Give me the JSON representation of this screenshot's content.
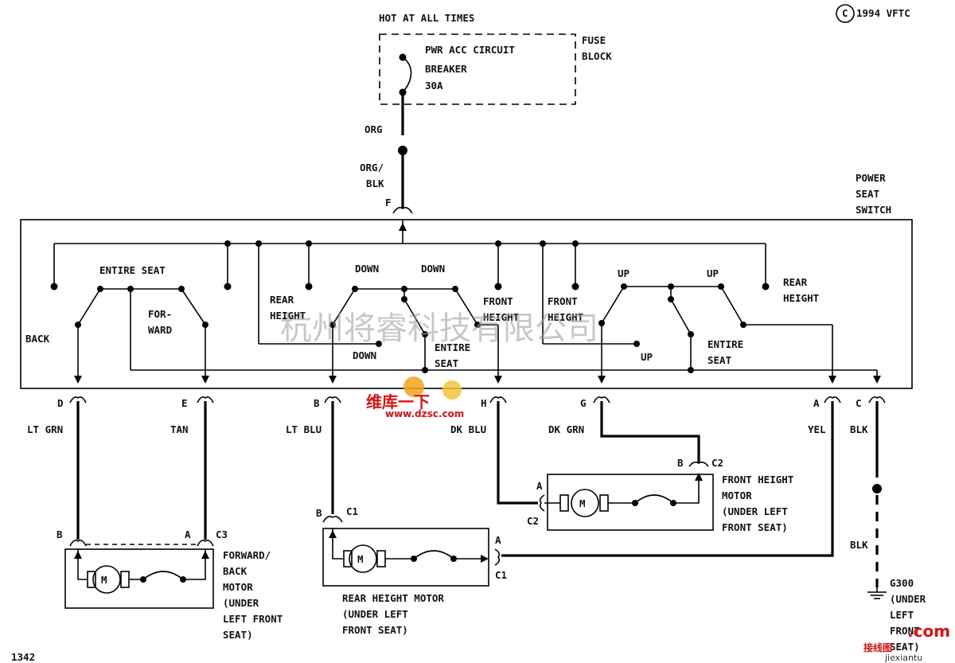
{
  "header": {
    "hot": "HOT AT ALL TIMES",
    "copyright": "1994 VFTC",
    "copyright_mark": "C"
  },
  "fuse_block": {
    "breaker_1": "PWR ACC CIRCUIT",
    "breaker_2": "BREAKER",
    "breaker_3": "30A",
    "fuse_1": "FUSE",
    "fuse_2": "BLOCK"
  },
  "feed": {
    "wire_org": "ORG",
    "wire_orgblk_1": "ORG/",
    "wire_orgblk_2": "BLK",
    "pin_f": "F"
  },
  "switch": {
    "title_1": "POWER",
    "title_2": "SEAT",
    "title_3": "SWITCH",
    "entire_seat": "ENTIRE SEAT",
    "back": "BACK",
    "forward_1": "FOR-",
    "forward_2": "WARD",
    "rear_height_1": "REAR",
    "rear_height_2": "HEIGHT",
    "down_1": "DOWN",
    "down_2": "DOWN",
    "down_3": "DOWN",
    "entire_1": "ENTIRE",
    "entire_2": "SEAT",
    "front_height_1": "FRONT",
    "front_height_2": "HEIGHT",
    "front_height2_1": "FRONT",
    "front_height2_2": "HEIGHT",
    "up_1": "UP",
    "up_2": "UP",
    "up_3": "UP",
    "entire_seat2_1": "ENTIRE",
    "entire_seat2_2": "SEAT",
    "rear_height2_1": "REAR",
    "rear_height2_2": "HEIGHT"
  },
  "pins": {
    "d": "D",
    "e": "E",
    "b": "B",
    "h": "H",
    "g": "G",
    "a": "A",
    "c": "C"
  },
  "wires": {
    "lt_grn": "LT GRN",
    "tan": "TAN",
    "lt_blu": "LT BLU",
    "dk_blu": "DK BLU",
    "dk_grn": "DK GRN",
    "yel": "YEL",
    "blk": "BLK",
    "blk2": "BLK"
  },
  "front_motor": {
    "pin_b": "B",
    "conn_c2_top": "C2",
    "pin_a": "A",
    "conn_c2_left": "C2",
    "motor": "M",
    "label_1": "FRONT HEIGHT",
    "label_2": "MOTOR",
    "label_3": "(UNDER LEFT",
    "label_4": "FRONT SEAT)"
  },
  "rear_motor": {
    "pin_b": "B",
    "conn_c1_top": "C1",
    "pin_a": "A",
    "conn_c1_right": "C1",
    "motor": "M",
    "label_1": "REAR HEIGHT MOTOR",
    "label_2": "(UNDER LEFT",
    "label_3": "FRONT SEAT)"
  },
  "fb_motor": {
    "pin_b": "B",
    "pin_a": "A",
    "conn_c3": "C3",
    "motor": "M",
    "label_1": "FORWARD/",
    "label_2": "BACK",
    "label_3": "MOTOR",
    "label_4": "(UNDER",
    "label_5": "LEFT FRONT",
    "label_6": "SEAT)"
  },
  "ground": {
    "name": "G300",
    "label_1": "(UNDER",
    "label_2": "LEFT",
    "label_3": "FRONT",
    "label_4": "SEAT)"
  },
  "footer": {
    "figure_no": "1342"
  },
  "watermarks": {
    "company": "杭州将睿科技有限公司",
    "site_cn": "维库一下",
    "site": "www.dzsc.com",
    "logo_cn": "接线图",
    "logo_dom": ".com",
    "logo_url": "jiexiantu"
  }
}
